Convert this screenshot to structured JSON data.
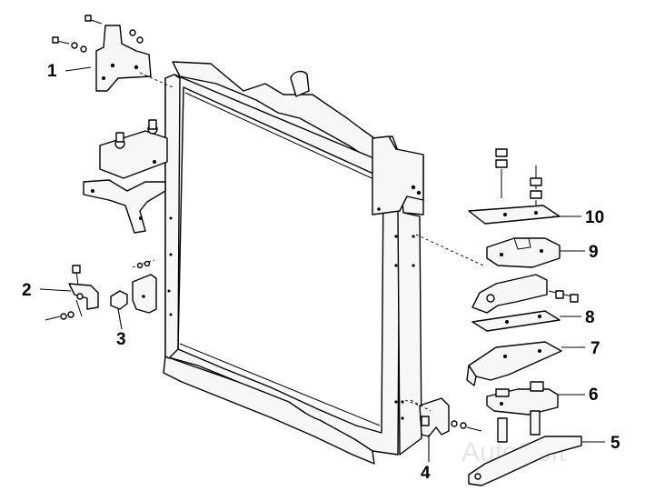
{
  "callouts": [
    "1",
    "2",
    "3",
    "4",
    "5",
    "6",
    "7",
    "8",
    "9",
    "10"
  ],
  "watermark": "AutoSoft"
}
